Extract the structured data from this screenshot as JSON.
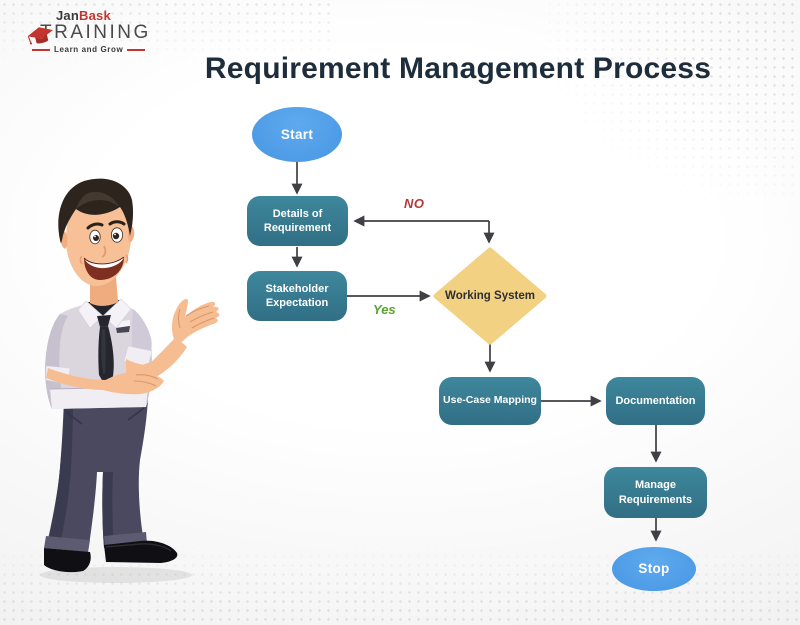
{
  "brand": {
    "jan": "Jan",
    "bask": "Bask",
    "training": "TRAINING",
    "tagline": "Learn and Grow"
  },
  "title": "Requirement Management Process",
  "flowchart": {
    "nodes": {
      "start": {
        "label": "Start",
        "shape": "ellipse"
      },
      "details": {
        "label": "Details of Requirement",
        "shape": "rounded-rect"
      },
      "stakeholder": {
        "label": "Stakeholder Expectation",
        "shape": "rounded-rect"
      },
      "working": {
        "label": "Working System",
        "shape": "diamond"
      },
      "usecase": {
        "label": "Use-Case Mapping",
        "shape": "rounded-rect"
      },
      "documentation": {
        "label": "Documentation",
        "shape": "rounded-rect"
      },
      "manage": {
        "label": "Manage Requirements",
        "shape": "rounded-rect"
      },
      "stop": {
        "label": "Stop",
        "shape": "ellipse"
      }
    },
    "edges": [
      {
        "from": "start",
        "to": "details"
      },
      {
        "from": "details",
        "to": "stakeholder"
      },
      {
        "from": "stakeholder",
        "to": "working",
        "label": "Yes"
      },
      {
        "from": "working",
        "to": "details",
        "label": "NO"
      },
      {
        "from": "working",
        "to": "usecase"
      },
      {
        "from": "usecase",
        "to": "documentation"
      },
      {
        "from": "documentation",
        "to": "manage"
      },
      {
        "from": "manage",
        "to": "stop"
      }
    ],
    "colors": {
      "process_fill": "#37798F",
      "terminator_fill": "#4F9EE9",
      "decision_fill": "#F2D182",
      "arrow": "#3F3F44",
      "no_label": "#B23B38",
      "yes_label": "#58A231",
      "title_text": "#1E2D3C",
      "brand_red": "#C4352F"
    }
  }
}
